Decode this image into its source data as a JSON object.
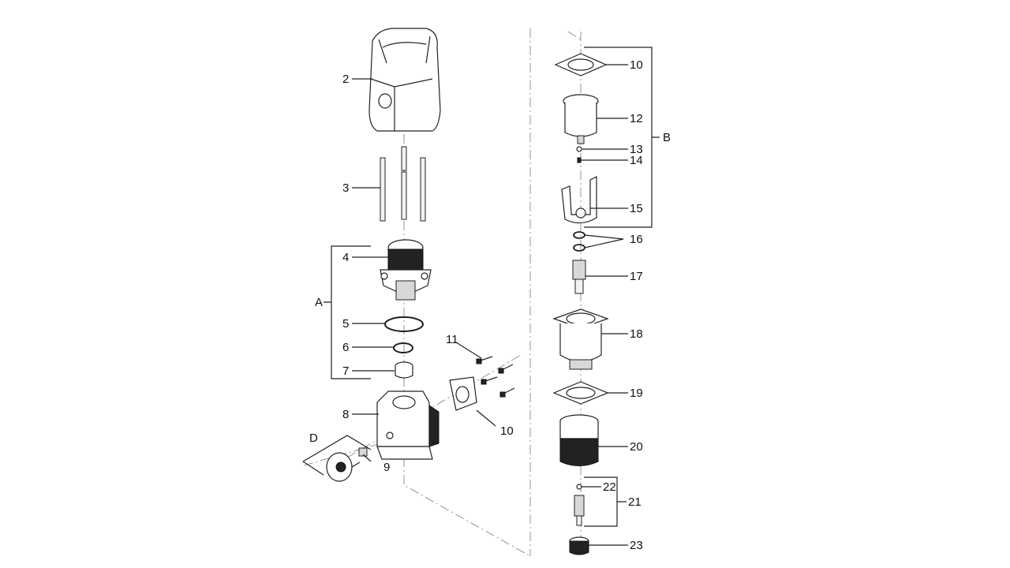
{
  "labels": {
    "p2": "2",
    "p3": "3",
    "p4": "4",
    "p5": "5",
    "p6": "6",
    "p7": "7",
    "p8": "8",
    "p9": "9",
    "p10a": "10",
    "p11": "11",
    "p10b": "10",
    "p12": "12",
    "p13": "13",
    "p14": "14",
    "p15": "15",
    "p16": "16",
    "p17": "17",
    "p18": "18",
    "p19": "19",
    "p20": "20",
    "p21": "21",
    "p22": "22",
    "p23": "23"
  },
  "groups": {
    "A": "A",
    "B": "B",
    "D": "D"
  }
}
